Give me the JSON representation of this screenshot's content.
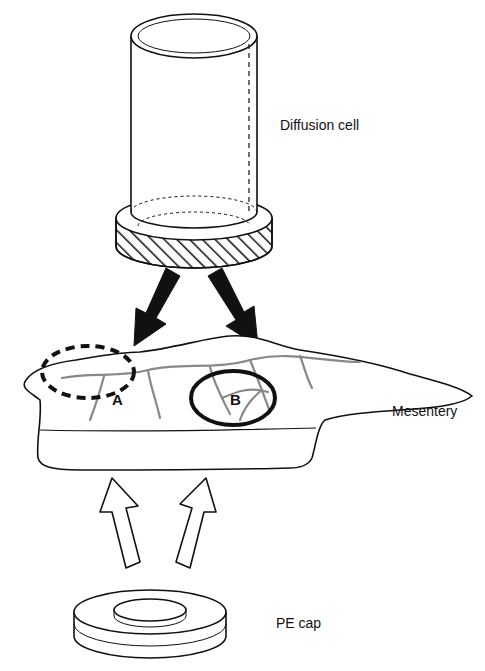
{
  "diagram": {
    "labels": [
      "Diffusion cell",
      "A",
      "B",
      "Mesentery",
      "PE cap"
    ]
  }
}
